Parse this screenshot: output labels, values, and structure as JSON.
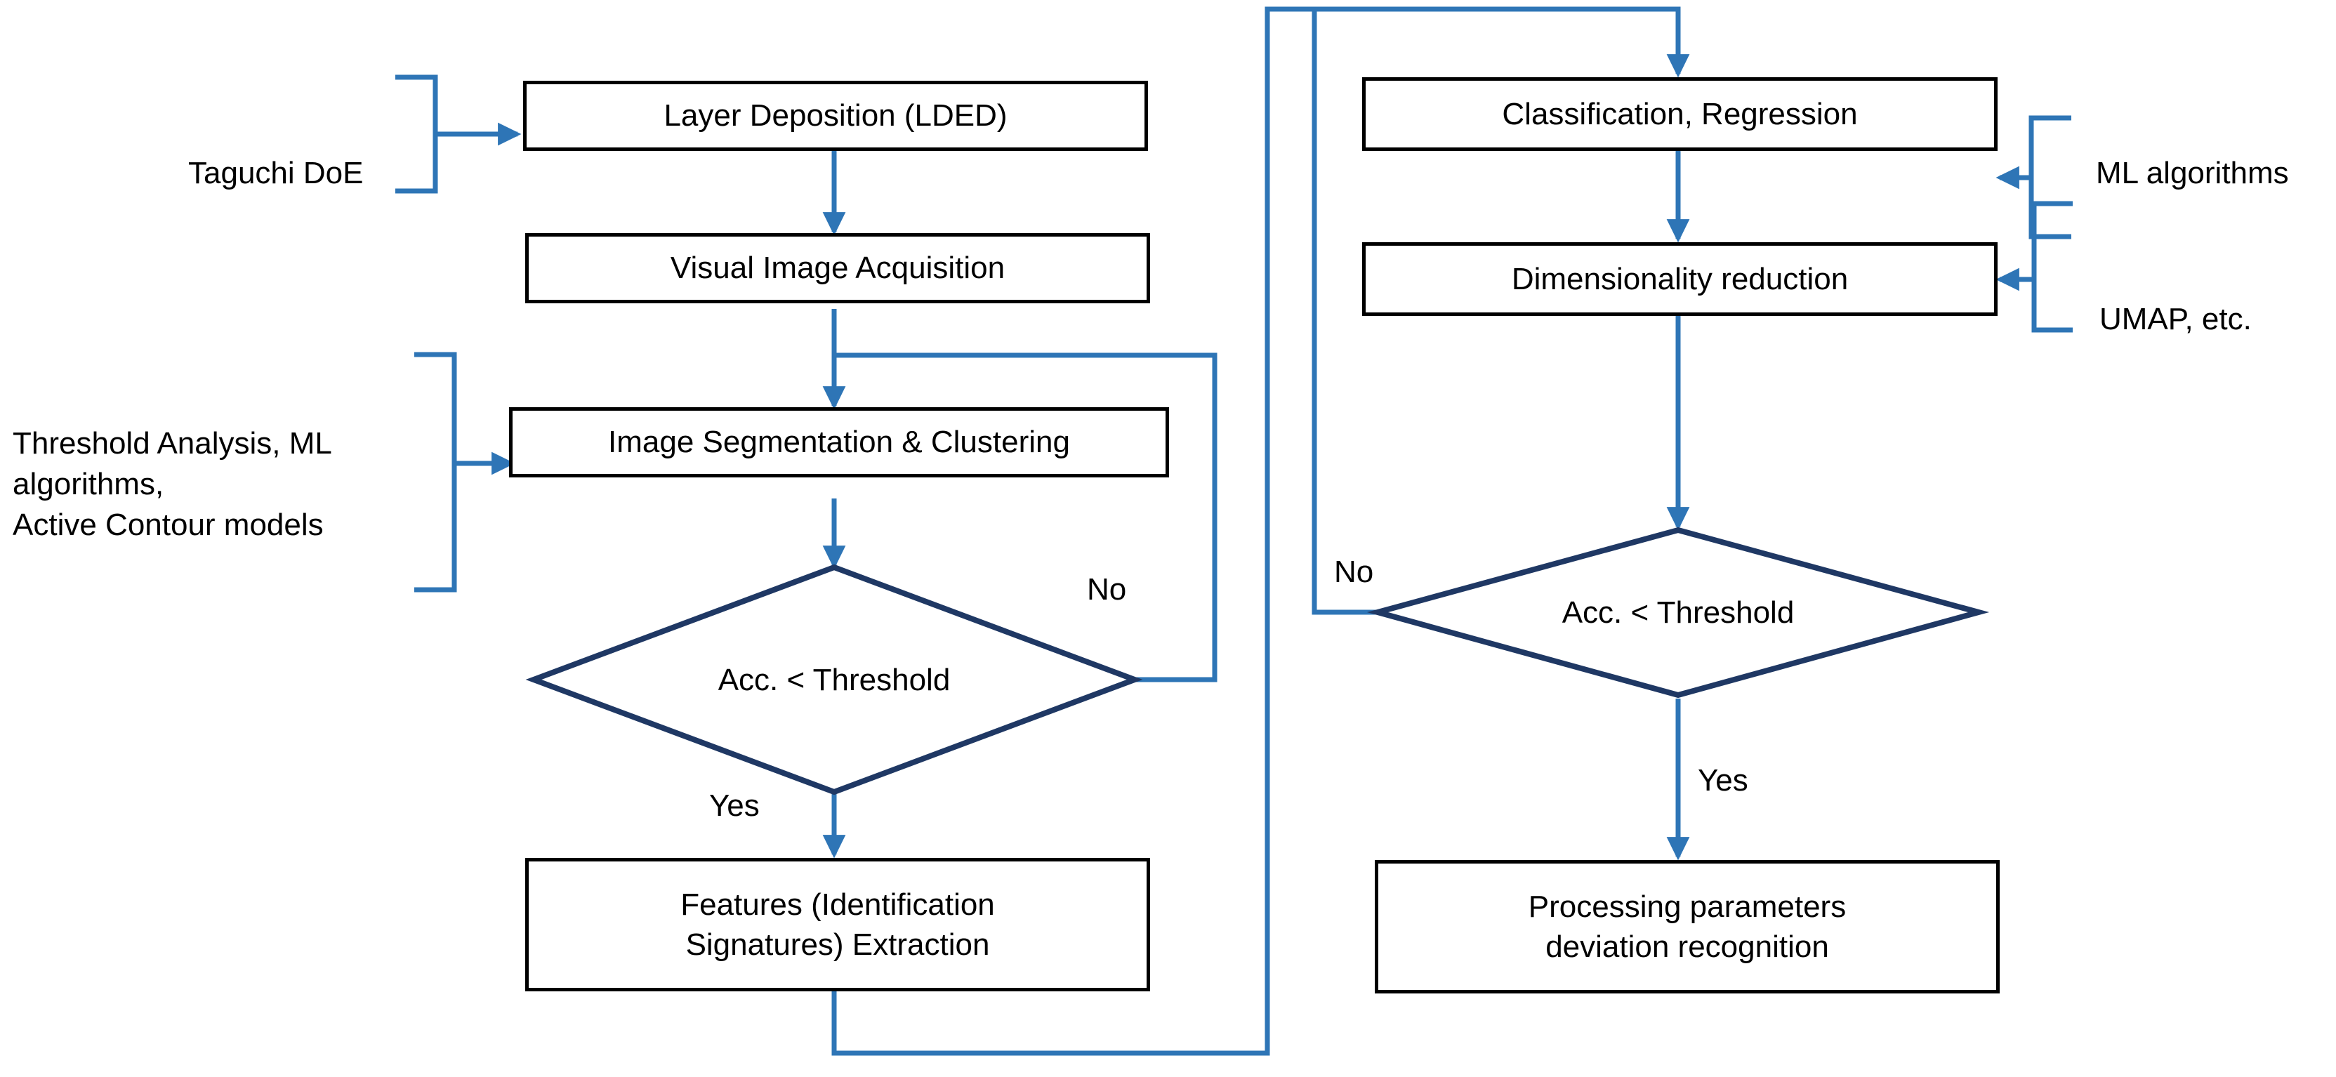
{
  "diagram": {
    "title": "LDED in-situ monitoring and ML process flow",
    "colors": {
      "connector_blue": "#2E75B6",
      "decision_navy": "#1F3864",
      "box_border": "#000000",
      "text": "#000000",
      "background": "#FFFFFF"
    },
    "process_boxes": [
      {
        "id": "layer-deposition",
        "label": "Layer Deposition (LDED)"
      },
      {
        "id": "visual-image",
        "label": "Visual Image Acquisition"
      },
      {
        "id": "image-segmentation",
        "label": "Image Segmentation & Clustering"
      },
      {
        "id": "features-extraction",
        "label": "Features (Identification\nSignatures) Extraction"
      },
      {
        "id": "classification",
        "label": "Classification, Regression"
      },
      {
        "id": "dimensionality",
        "label": "Dimensionality reduction"
      },
      {
        "id": "processing-deviation",
        "label": "Processing parameters\ndeviation recognition"
      }
    ],
    "decisions": [
      {
        "id": "decision-left",
        "label": "Acc. < Threshold",
        "yes_label": "Yes",
        "no_label": "No"
      },
      {
        "id": "decision-right",
        "label": "Acc. < Threshold",
        "yes_label": "Yes",
        "no_label": "No"
      }
    ],
    "annotations": [
      {
        "id": "taguchi-doe",
        "label": "Taguchi DoE"
      },
      {
        "id": "threshold-note",
        "label": "Threshold Analysis, ML\nalgorithms,\nActive Contour models"
      },
      {
        "id": "ml-algorithms",
        "label": "ML algorithms"
      },
      {
        "id": "umap-note",
        "label": "UMAP, etc."
      }
    ],
    "edge_labels": {
      "left_no": "No",
      "left_yes": "Yes",
      "right_no": "No",
      "right_yes": "Yes"
    }
  }
}
